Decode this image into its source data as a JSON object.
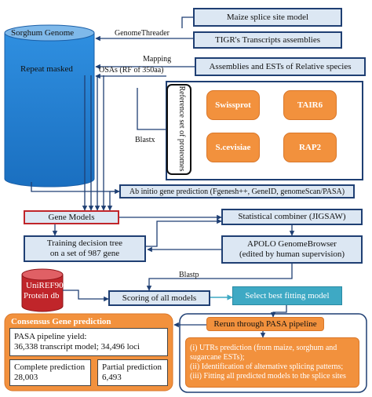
{
  "db": {
    "sorghum_title": "Sorghum Genome",
    "repeat_masked": "Repeat masked",
    "uniref": "UniREF90",
    "protein_db": "Protein db"
  },
  "sources": {
    "maize": "Maize splice site model",
    "tigr": "TIGR's Transcripts assemblies",
    "assemblies": "Assemblies and ESTs of Relative species"
  },
  "labels": {
    "genome_threader": "GenomeThreader",
    "mapping": "Mapping",
    "osas": "OSAs (RF of 350aa)",
    "blastx": "Blastx",
    "blastp": "Blastp"
  },
  "reference": {
    "title": "Reference set of proteomes",
    "swissprot": "Swissprot",
    "tair6": "TAIR6",
    "scevisiae": "S.cevisiae",
    "rap2": "RAP2"
  },
  "pipeline": {
    "ab_initio": "Ab initio gene prediction (Fgenesh++, GeneID, genomeScan/PASA)",
    "gene_models": "Gene Models",
    "statistical": "Statistical combiner (JIGSAW)",
    "training_1": "Training decision tree",
    "training_2": "on a set of 987 gene",
    "apolo_1": "APOLO GenomeBrowser",
    "apolo_2": "(edited by human supervision)",
    "scoring": "Scoring of all models",
    "best_fit": "Select best fitting model",
    "rerun": "Rerun through PASA pipeline"
  },
  "consensus": {
    "title": "Consensus Gene prediction",
    "pasa_1": "PASA pipeline yield:",
    "pasa_2": "36,338 transcript model; 34,496 loci",
    "complete_label": "Complete prediction",
    "complete_value": "28,003",
    "partial_label": "Partial prediction",
    "partial_value": "6,493"
  },
  "rerun_details": {
    "line1": "(i) UTRs prediction (from maize, sorghum and",
    "line2": "sugarcane ESTs);",
    "line3": "(ii) Identification of alternative splicing patterns;",
    "line4": "(iii) Fitting all predicted models to the splice sites"
  },
  "colors": {
    "navy": "#1f3f73",
    "light_blue": "#dce7f3",
    "orange": "#f2913d",
    "red": "#c0252a",
    "teal": "#3ea9c4",
    "db_blue": "#1e7fd1"
  }
}
